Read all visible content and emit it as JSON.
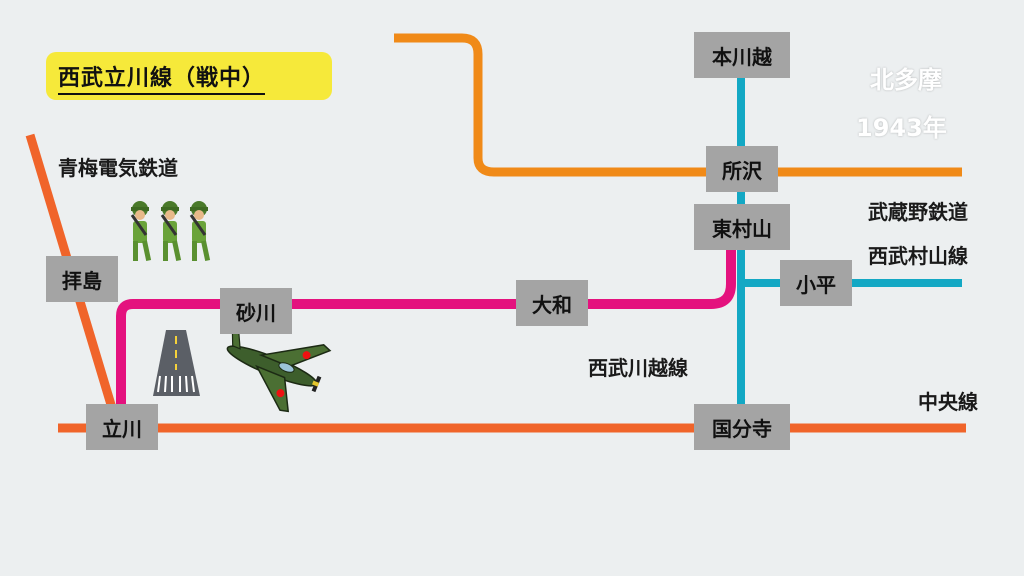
{
  "title": "西武立川線（戦中）",
  "region": {
    "name": "北多摩",
    "year": "1943年"
  },
  "lines": {
    "oume": "青梅電気鉄道",
    "musashino": "武蔵野鉄道",
    "murayama": "西武村山線",
    "kawagoe": "西武川越線",
    "chuo": "中央線"
  },
  "stations": {
    "haijima": "拝島",
    "tachikawa": "立川",
    "sunagawa": "砂川",
    "yamato": "大和",
    "honkawagoe": "本川越",
    "tokorozawa": "所沢",
    "higashimurayama": "東村山",
    "kodaira": "小平",
    "kokubunji": "国分寺"
  },
  "colors": {
    "background": "#eceff0",
    "title_badge": "#f6e93a",
    "chuo_oume": "#f0642a",
    "musashino": "#f08a18",
    "kawagoe": "#13a8c4",
    "tachikawa_line": "#e4127e",
    "station_box": "#a4a4a4"
  },
  "icons": [
    "soldiers-icon",
    "runway-icon",
    "fighter-plane-icon"
  ]
}
